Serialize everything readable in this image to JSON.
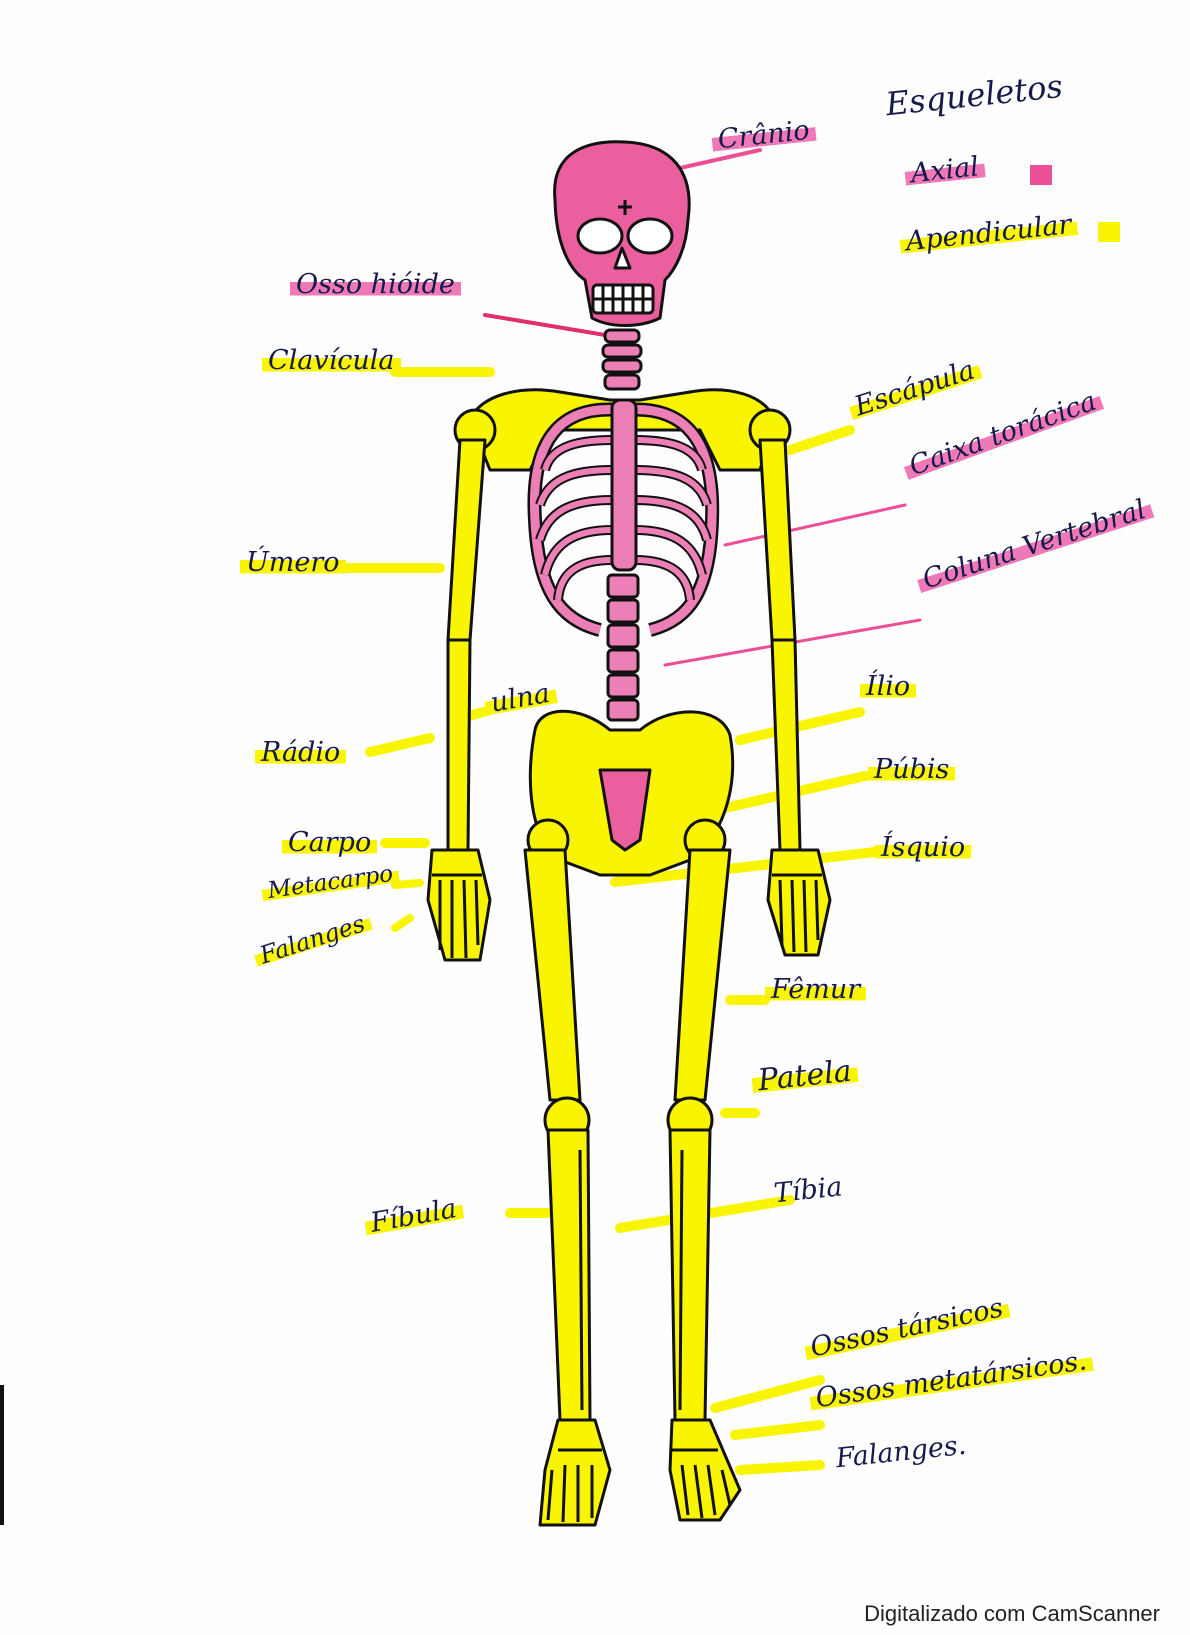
{
  "title": "Esqueletos",
  "legend": {
    "title": "Esqueletos",
    "items": [
      {
        "label": "Axial",
        "color": "#ec4f96"
      },
      {
        "label": "Apendicular",
        "color": "#f9f500"
      }
    ]
  },
  "labels": {
    "cranio": "Crânio",
    "osso_hioide": "Osso hióide",
    "clavicula": "Clavícula",
    "escapula": "Escápula",
    "caixa_toracica": "Caixa torácica",
    "umero": "Úmero",
    "coluna_vertebral": "Coluna Vertebral",
    "ulna": "ulna",
    "radio": "Rádio",
    "ilio": "Ílio",
    "pubis": "Púbis",
    "isquio": "Ísquio",
    "carpo": "Carpo",
    "metacarpo": "Metacarpo",
    "falanges_mao": "Falanges",
    "femur": "Fêmur",
    "patela": "Patela",
    "tibia": "Tíbia",
    "fibula": "Fíbula",
    "ossos_tarsicos": "Ossos társicos",
    "ossos_metatarsicos": "Ossos metatársicos.",
    "falanges_pe": "Falanges."
  },
  "colors": {
    "axial": "#ec4f96",
    "apendicular": "#f9f500",
    "ink": "#161a4a",
    "outline": "#111111"
  },
  "footer": "Digitalizado com CamScanner"
}
